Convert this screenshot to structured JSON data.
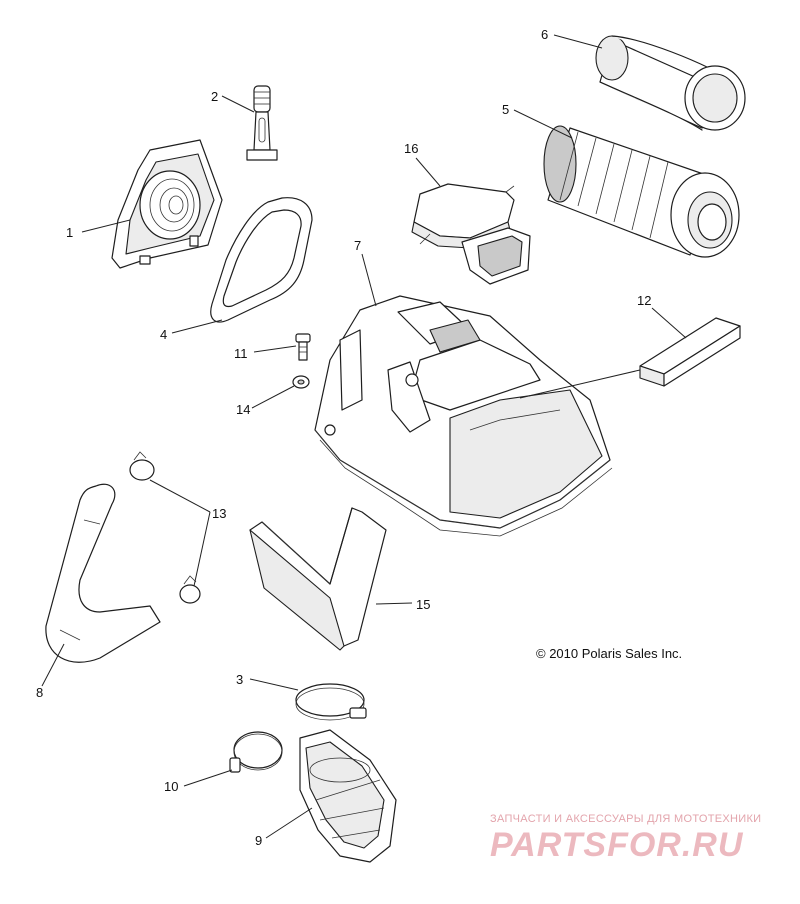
{
  "diagram": {
    "callouts": [
      {
        "id": "1",
        "label": "1"
      },
      {
        "id": "2",
        "label": "2"
      },
      {
        "id": "3",
        "label": "3"
      },
      {
        "id": "4",
        "label": "4"
      },
      {
        "id": "5",
        "label": "5"
      },
      {
        "id": "6",
        "label": "6"
      },
      {
        "id": "7",
        "label": "7"
      },
      {
        "id": "8",
        "label": "8"
      },
      {
        "id": "9",
        "label": "9"
      },
      {
        "id": "10",
        "label": "10"
      },
      {
        "id": "11",
        "label": "11"
      },
      {
        "id": "12",
        "label": "12"
      },
      {
        "id": "13",
        "label": "13"
      },
      {
        "id": "14",
        "label": "14"
      },
      {
        "id": "15",
        "label": "15"
      },
      {
        "id": "16",
        "label": "16"
      }
    ],
    "copyright": "© 2010 Polaris Sales Inc."
  },
  "watermark": {
    "tagline": "ЗАПЧАСТИ И АКСЕССУАРЫ ДЛЯ МОТОТЕХНИКИ",
    "logo": "PARTSFOR.RU"
  },
  "colors": {
    "line": "#1e1e1e",
    "watermark": "#e3a4ac"
  }
}
